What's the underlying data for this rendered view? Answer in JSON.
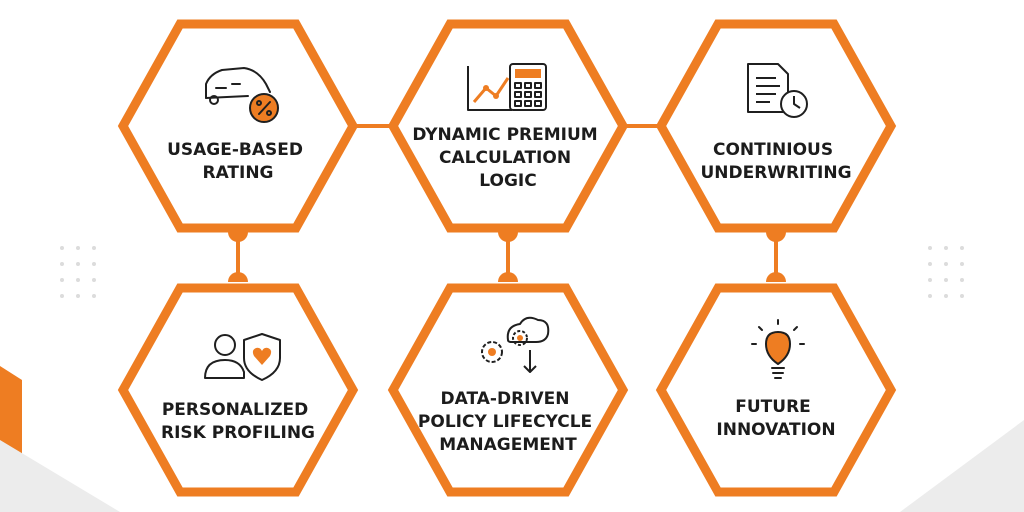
{
  "accent_color": "#EE7D22",
  "text_color": "#1C1C1C",
  "icon_color": "#1F1F1F",
  "nodes": [
    {
      "id": "usage-based-rating",
      "icon": "car-percent-icon",
      "lines": [
        "USAGE-BASED",
        "RATING"
      ]
    },
    {
      "id": "dynamic-premium",
      "icon": "chart-calculator-icon",
      "lines": [
        "DYNAMIC PREMIUM",
        "CALCULATION",
        "LOGIC"
      ]
    },
    {
      "id": "continious-underwriting",
      "icon": "document-clock-icon",
      "lines": [
        "CONTINIOUS",
        "UNDERWRITING"
      ]
    },
    {
      "id": "personalized-risk",
      "icon": "person-shield-heart-icon",
      "lines": [
        "PERSONALIZED",
        "RISK PROFILING"
      ]
    },
    {
      "id": "data-driven-policy",
      "icon": "gears-cloud-icon",
      "lines": [
        "DATA-DRIVEN",
        "POLICY LIFECYCLE",
        "MANAGEMENT"
      ]
    },
    {
      "id": "future-innovation",
      "icon": "lightbulb-icon",
      "lines": [
        "FUTURE",
        "INNOVATION"
      ]
    }
  ]
}
